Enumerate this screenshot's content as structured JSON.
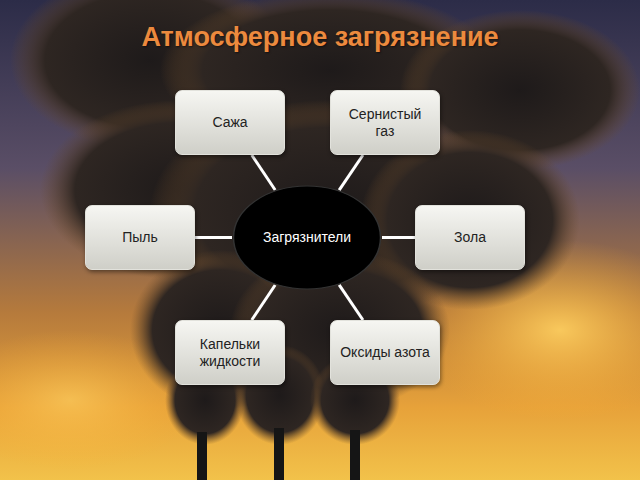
{
  "diagram": {
    "title": "Атмосферное загрязнение",
    "nodes": [
      {
        "text": [
          "Сажа"
        ]
      },
      {
        "text": [
          "Сернистый газ"
        ]
      },
      {
        "text": [
          "Пыль"
        ]
      },
      {
        "text": [
          "Загрязнители"
        ]
      },
      {
        "text": [
          "Зола"
        ]
      },
      {
        "text": [
          "Капельки жидкости"
        ]
      },
      {
        "text": [
          "Оксиды азота"
        ]
      }
    ],
    "edges": [
      {
        "from": 3,
        "to": 0,
        "arrow": "none"
      },
      {
        "from": 3,
        "to": 1,
        "arrow": "none"
      },
      {
        "from": 3,
        "to": 2,
        "arrow": "none"
      },
      {
        "from": 3,
        "to": 4,
        "arrow": "none"
      },
      {
        "from": 3,
        "to": 5,
        "arrow": "none"
      },
      {
        "from": 3,
        "to": 6,
        "arrow": "none"
      }
    ]
  }
}
